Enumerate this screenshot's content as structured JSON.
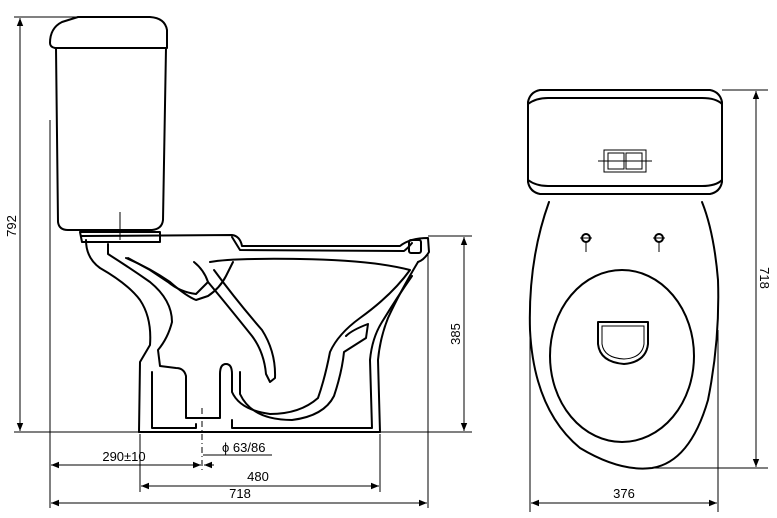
{
  "dimensions": {
    "total_height": "792",
    "bowl_height": "385",
    "outlet_offset": "290±10",
    "outlet_diameter": "ϕ 63/86",
    "base_length": "480",
    "total_length": "718",
    "front_depth": "718",
    "width": "376"
  }
}
